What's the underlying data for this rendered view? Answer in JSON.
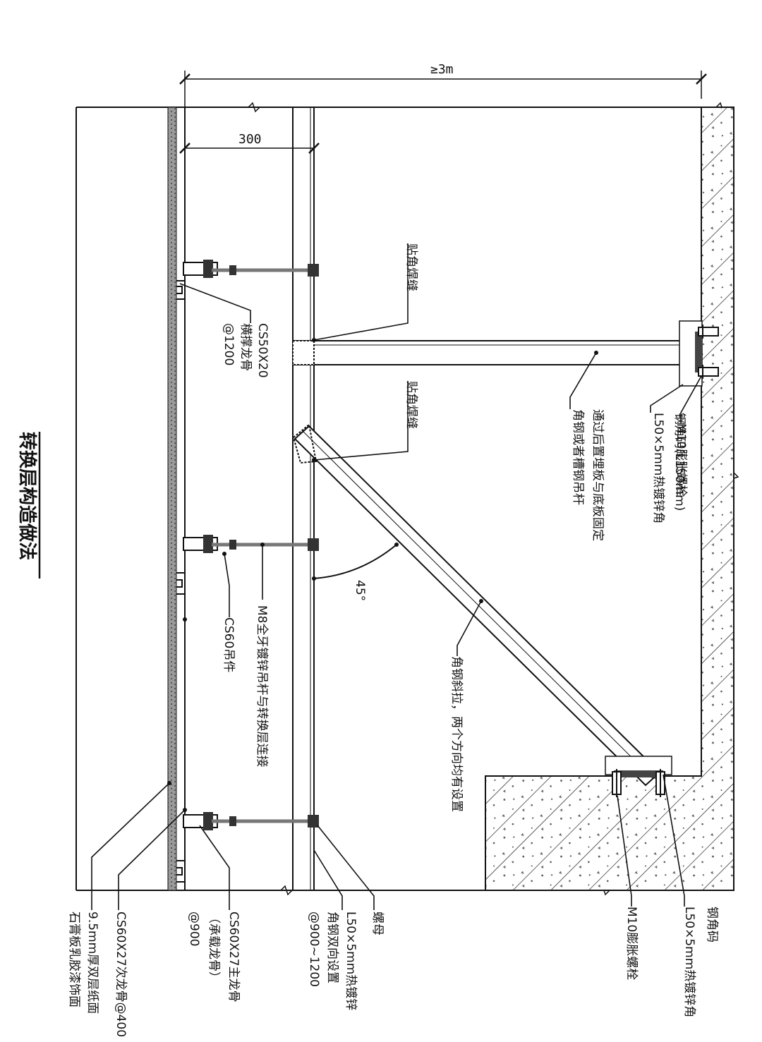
{
  "title": "转换层构造做法",
  "dimensions": {
    "overall": "≥3m",
    "offset": "300"
  },
  "angle": "45°",
  "labels": {
    "fillet_weld_1": "贴角焊缝",
    "fillet_weld_2": "贴角焊缝",
    "cs50_brace": [
      "CS50X20",
      "横撑龙骨",
      "@1200"
    ],
    "cs60_hanger": [
      "CS60吊件"
    ],
    "m8_rod": [
      "M8全牙镀锌吊杆与转换层连接"
    ],
    "cs60_main": [
      "CS60X27主龙骨",
      "（承载龙骨）",
      "@900"
    ],
    "cs60_secondary": [
      "CS60X27次龙骨@400"
    ],
    "gypsum": [
      "9.5mm厚双层纸面",
      "石膏板乳胶漆饰面"
    ],
    "nut": [
      "螺母"
    ],
    "l50_bidirectional": [
      "L50×5mm热镀锌",
      "角钢双向设置",
      "@900~1200"
    ],
    "angle_brace": [
      "角钢斜拉，两个方向均有设置"
    ],
    "hanger_member": [
      "角钢或者槽钢吊杆",
      "通过后置埋板与底板固定"
    ],
    "l50_clip_top": [
      "L50×5mm热镀锌角",
      "钢角码(L150mm)"
    ],
    "m10_top": [
      "M10膨胀螺栓"
    ],
    "m10_bottom": [
      "M10膨胀螺栓"
    ],
    "l50_clip_bottom": [
      "L50×5mm热镀锌角",
      "钢角码"
    ]
  },
  "colors": {
    "line": "#111111",
    "concrete_speck": "#555555"
  }
}
